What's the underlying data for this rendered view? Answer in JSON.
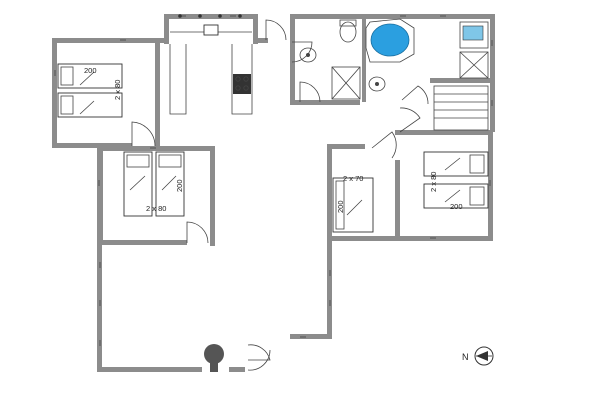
{
  "floorplan": {
    "labels": {
      "bed_left_top_length": "200",
      "bed_left_top_width": "2 x 80",
      "bed_center_length": "200",
      "bed_center_width": "2 x 80",
      "bed_small_width": "2 x 70",
      "bed_small_length": "200",
      "bed_right_width": "2 x 80",
      "bed_right_length": "200"
    },
    "compass": {
      "label": "N"
    },
    "colors": {
      "wall": "#8c8c8c",
      "pool": "#2b9fe0",
      "stove": "#333333",
      "furniture": "#ffffff"
    }
  }
}
